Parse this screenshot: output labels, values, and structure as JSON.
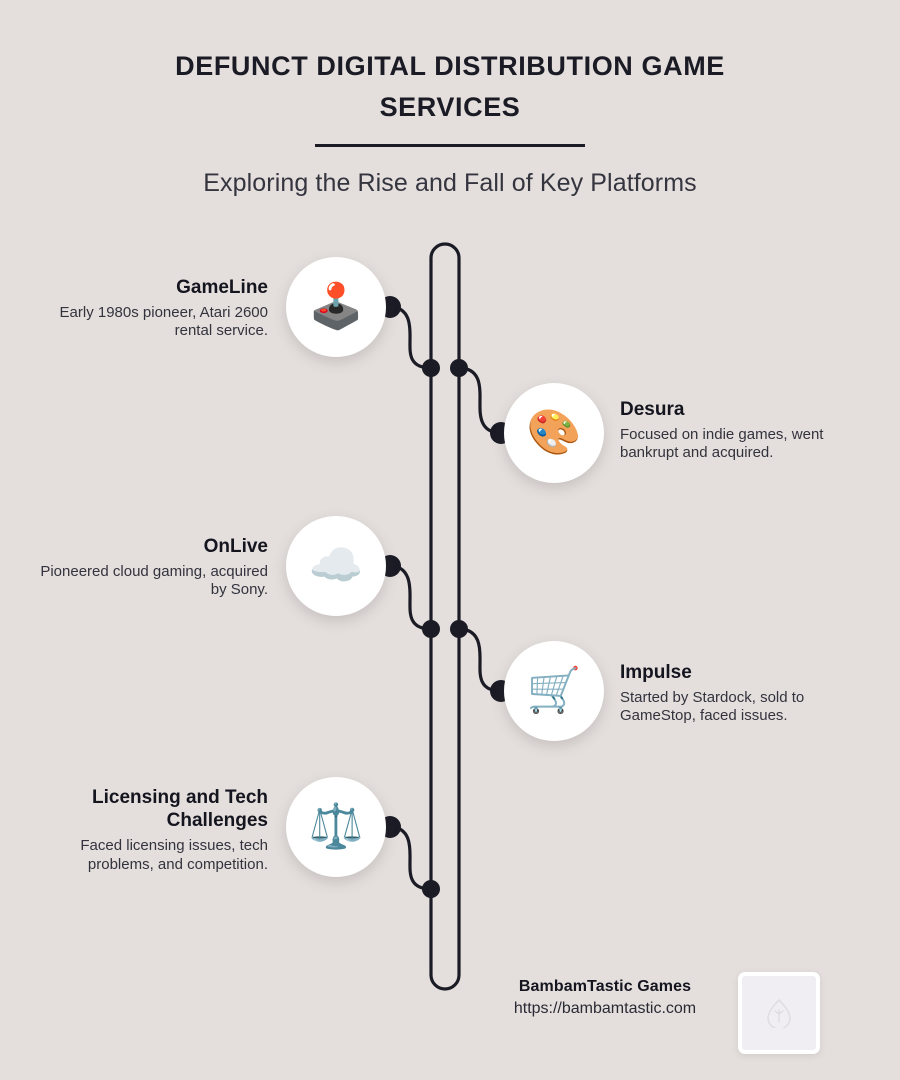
{
  "header": {
    "title": "DEFUNCT DIGITAL DISTRIBUTION GAME SERVICES",
    "subtitle": "Exploring the Rise and Fall of Key Platforms"
  },
  "theme": {
    "background": "#e4dfdd",
    "line_color": "#1b1b25",
    "text_color": "#15151f",
    "bubble_color": "#ffffff"
  },
  "items": [
    {
      "title": "GameLine",
      "description": "Early 1980s pioneer, Atari 2600 rental service.",
      "icon": "joystick-icon",
      "glyph": "🕹️",
      "side": "left"
    },
    {
      "title": "Desura",
      "description": "Focused on indie games, went bankrupt and acquired.",
      "icon": "artist-palette-icon",
      "glyph": "🎨",
      "side": "right"
    },
    {
      "title": "OnLive",
      "description": "Pioneered cloud gaming, acquired by Sony.",
      "icon": "cloud-icon",
      "glyph": "☁️",
      "side": "left"
    },
    {
      "title": "Impulse",
      "description": "Started by Stardock, sold to GameStop, faced issues.",
      "icon": "shopping-cart-icon",
      "glyph": "🛒",
      "side": "right"
    },
    {
      "title": "Licensing and Tech Challenges",
      "description": "Faced licensing issues, tech problems, and competition.",
      "icon": "balance-scale-icon",
      "glyph": "⚖️",
      "side": "left"
    }
  ],
  "footer": {
    "brand": "BambamTastic Games",
    "url": "https://bambamtastic.com",
    "logo_icon": "egg-tree-logo-icon"
  }
}
